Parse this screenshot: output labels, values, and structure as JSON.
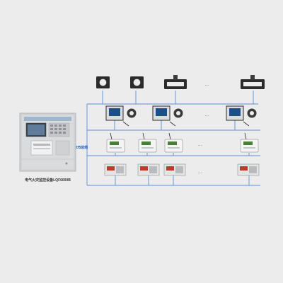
{
  "controller": {
    "panel_title": "",
    "caption": "电气火灾监控设备LQF6000B"
  },
  "bus": {
    "label": "Z-BUS总线"
  },
  "rows": [
    {
      "id": "row-1",
      "device_count": 4,
      "ellipsis": "...",
      "description_line1": "",
      "description_line2": ""
    },
    {
      "id": "row-2",
      "device_count": 4,
      "ellipsis": "...",
      "description_line1": "",
      "description_line2": ""
    },
    {
      "id": "row-3",
      "device_count": 4,
      "ellipsis": "...",
      "description_line1": ""
    },
    {
      "id": "row-4",
      "device_count": 4,
      "ellipsis": "...",
      "description_line1": ""
    }
  ],
  "colors": {
    "background": "#ececec",
    "bus_line": "#5a8fd6",
    "bus_label": "#2a63c4",
    "cabinet": "#d3d4d6",
    "device_dark": "#2b2b2b",
    "ct_ring": "#3a3a3a",
    "meter_screen": "#1a4f8a",
    "text": "#333333"
  },
  "icons": {
    "row-1": "zero-sequence-ct-icon",
    "row-2": "residual-current-detector-icon",
    "row-3": "wireless-monitor-icon",
    "row-4": "combined-protector-icon"
  }
}
